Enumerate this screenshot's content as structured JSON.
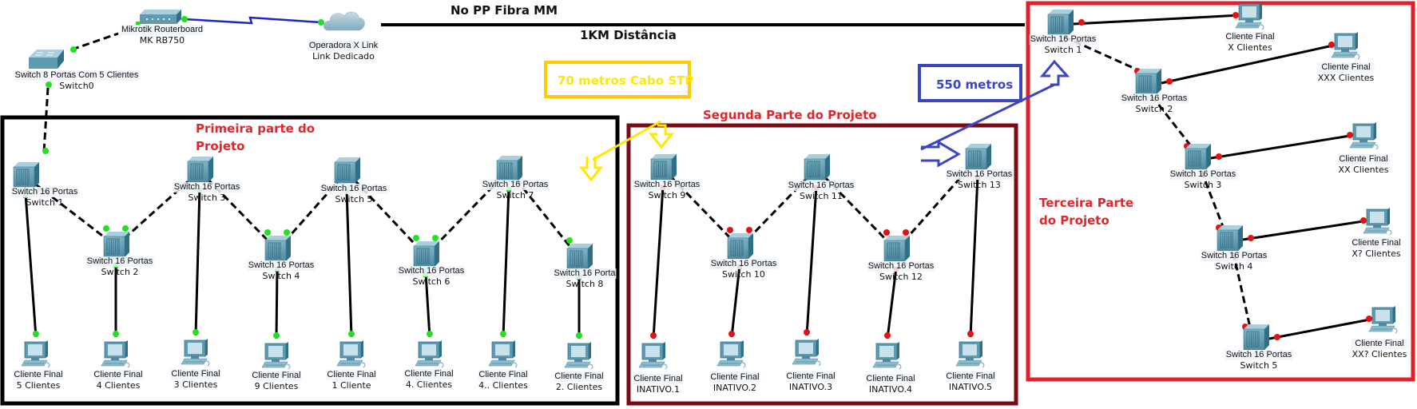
{
  "colors": {
    "link_up": "#22e022",
    "link_down": "#e81010",
    "wan_link": "#1a28c8",
    "part1_border": "#000000",
    "part2_border": "#7a0a14",
    "part3_border": "#e3202a",
    "section_title": "#e0262c",
    "annotation_yellow": "#ffd400",
    "annotation_yellow_text": "#ffe800",
    "annotation_blue": "#3b45c0"
  },
  "top": {
    "switch0": {
      "line1": "Switch 8 Portas Com  5 Clientes",
      "line2": "Switch0",
      "icon": "switch-8-port-icon"
    },
    "router": {
      "line1": "Mikrotik Routerboard",
      "line2": "MK RB750",
      "icon": "router-icon"
    },
    "cloud": {
      "line1": "Operadora X Link",
      "line2": "Link Dedicado",
      "icon": "cloud-icon"
    },
    "fiber_label_top": "No PP Fibra MM",
    "fiber_label_bottom": "1KM Distância"
  },
  "annotations": {
    "stp": "70 metros Cabo STP",
    "distance_550": "550 metros"
  },
  "part1": {
    "title_line1": "Primeira parte do",
    "title_line2": "Projeto",
    "switches": [
      {
        "line1": "Switch 16 Portas",
        "line2": "Switch 1"
      },
      {
        "line1": "Switch 16 Portas",
        "line2": "Switch 2"
      },
      {
        "line1": "Switch 16 Portas",
        "line2": "Switch 3"
      },
      {
        "line1": "Switch 16 Portas",
        "line2": "Switch 4"
      },
      {
        "line1": "Switch 16 Portas",
        "line2": "Switch 5"
      },
      {
        "line1": "Switch 16 Portas",
        "line2": "Switch 6"
      },
      {
        "line1": "Switch 16 Portas",
        "line2": "Switch 7"
      },
      {
        "line1": "Switch 16 Porta",
        "line2": "Switch 8"
      }
    ],
    "clients": [
      {
        "line1": "Cliente Final",
        "line2": "5 Clientes"
      },
      {
        "line1": "Cliente Final",
        "line2": "4 Clientes"
      },
      {
        "line1": "Cliente Final",
        "line2": "3 Clientes"
      },
      {
        "line1": "Cliente Final",
        "line2": "9 Clientes"
      },
      {
        "line1": "Cliente Final",
        "line2": "1 Cliente"
      },
      {
        "line1": "Cliente Final",
        "line2": "4. Clientes"
      },
      {
        "line1": "Cliente Final",
        "line2": "4.. Clientes"
      },
      {
        "line1": "Cliente Final",
        "line2": "2. Clientes"
      }
    ]
  },
  "part2": {
    "title": "Segunda Parte do Projeto",
    "switches": [
      {
        "line1": "Switch 16 Portas",
        "line2": "Switch 9"
      },
      {
        "line1": "Switch 16 Portas",
        "line2": "Switch 10"
      },
      {
        "line1": "Switch 16 Portas",
        "line2": "Switch 11"
      },
      {
        "line1": "Switch 16 Portas",
        "line2": "Switch 12"
      },
      {
        "line1": "Switch 16 Portas",
        "line2": "Switch 13"
      }
    ],
    "clients": [
      {
        "line1": "Cliente Final",
        "line2": "INATIVO.1"
      },
      {
        "line1": "Cliente Final",
        "line2": "INATIVO.2"
      },
      {
        "line1": "Cliente Final",
        "line2": "INATIVO.3"
      },
      {
        "line1": "Cliente Final",
        "line2": "INATIVO.4"
      },
      {
        "line1": "Cliente Final",
        "line2": "INATIVO.5"
      }
    ]
  },
  "part3": {
    "title_line1": "Terceira Parte",
    "title_line2": "do Projeto",
    "switches": [
      {
        "line1": "Switch 16 Portas",
        "line2": "Switch 1"
      },
      {
        "line1": "Switch 16 Portas",
        "line2": "Switch 2"
      },
      {
        "line1": "Switch 16 Portas",
        "line2": "Switch 3"
      },
      {
        "line1": "Switch 16 Portas",
        "line2": "Switch 4"
      },
      {
        "line1": "Switch 16 Portas",
        "line2": "Switch 5"
      }
    ],
    "clients": [
      {
        "line1": "Cliente Final",
        "line2": "X Clientes"
      },
      {
        "line1": "Cliente Final",
        "line2": "XXX Clientes"
      },
      {
        "line1": "Cliente Final",
        "line2": "XX Clientes"
      },
      {
        "line1": "Cliente Final",
        "line2": "X? Clientes"
      },
      {
        "line1": "Cliente Final",
        "line2": "XX? Clientes"
      }
    ]
  }
}
